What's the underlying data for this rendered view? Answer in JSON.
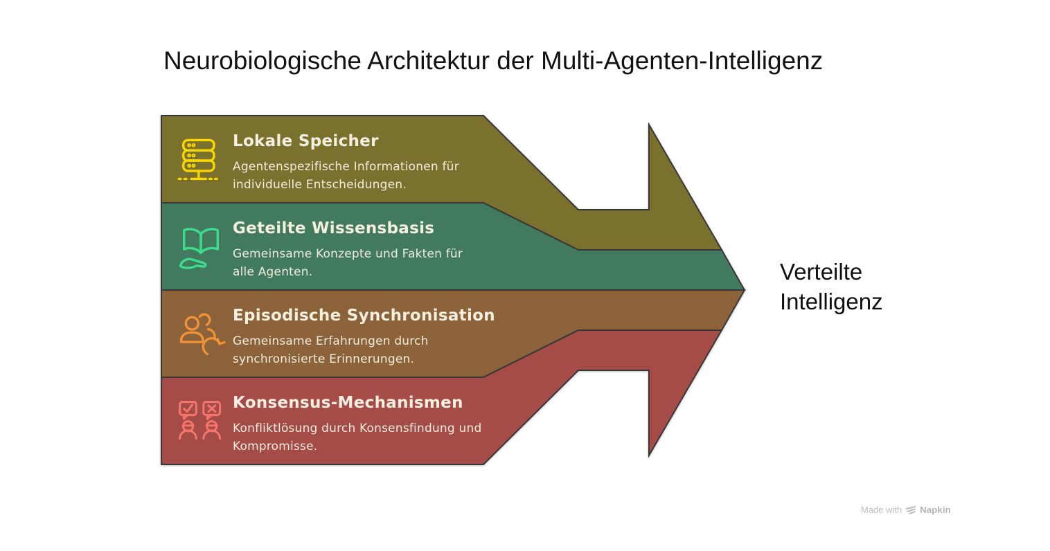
{
  "title": "Neurobiologische Architektur der Multi-Agenten-Intelligenz",
  "result": {
    "line1": "Verteilte",
    "line2": "Intelligenz"
  },
  "bands": [
    {
      "title": "Lokale Speicher",
      "description_line1": "Agentenspezifische Informationen für",
      "description_line2": "individuelle Entscheidungen.",
      "color": "#7a712f",
      "icon": "database-icon",
      "icon_color": "#f8d800"
    },
    {
      "title": "Geteilte Wissensbasis",
      "description_line1": "Gemeinsame Konzepte und Fakten für",
      "description_line2": "alle Agenten.",
      "color": "#427a5f",
      "icon": "book-hand-icon",
      "icon_color": "#3edc8f"
    },
    {
      "title": "Episodische Synchronisation",
      "description_line1": "Gemeinsame Erfahrungen durch",
      "description_line2": "synchronisierte Erinnerungen.",
      "color": "#8b6239",
      "icon": "people-sync-icon",
      "icon_color": "#f19336"
    },
    {
      "title": "Konsensus-Mechanismen",
      "description_line1": "Konfliktlösung durch Konsensfindung und",
      "description_line2": "Kompromisse.",
      "color": "#a54b48",
      "icon": "consensus-check-x-icon",
      "icon_color": "#f4756c"
    }
  ],
  "watermark": {
    "prefix": "Made with",
    "brand": "Napkin"
  }
}
